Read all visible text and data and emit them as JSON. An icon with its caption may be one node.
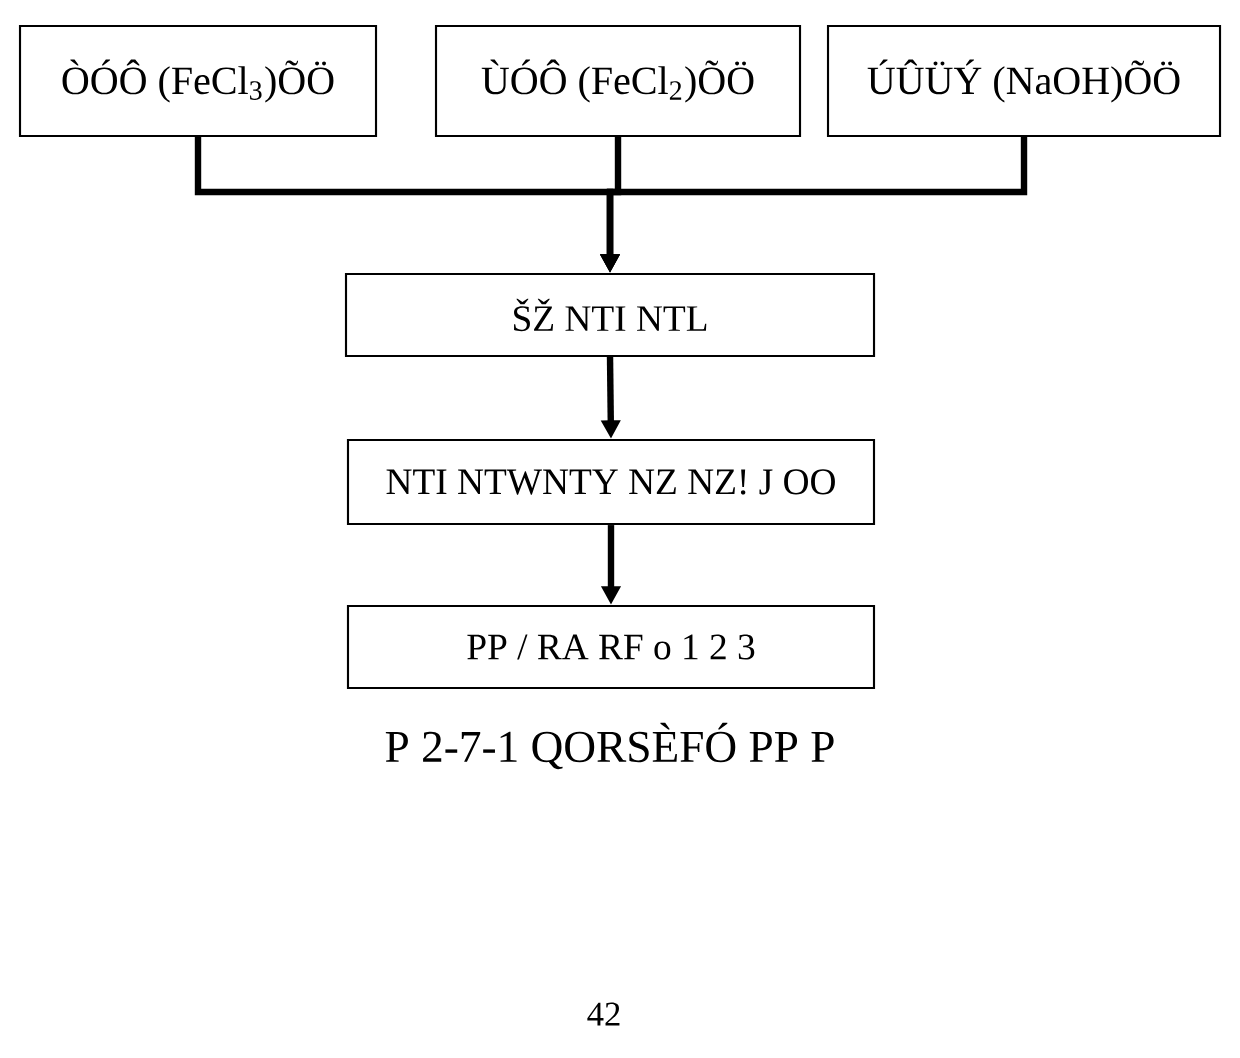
{
  "diagram": {
    "caption": "P 2-7-1 QORSÈFÓ PP P",
    "nodes": [
      {
        "text": [
          "ÒÓÔ (FeCl$_{3}$)ÕÖ"
        ]
      },
      {
        "text": [
          "ÙÓÔ (FeCl$_{2}$)ÕÖ"
        ]
      },
      {
        "text": [
          "ÚÛÜÝ (NaOH)ÕÖ"
        ]
      },
      {
        "text": [
          "ŠŽ NTI NTL"
        ]
      },
      {
        "text": [
          "NTI NTWNTY NZ NZ! J OO"
        ]
      },
      {
        "text": [
          "PP / RA RF o 1 2 3"
        ]
      }
    ],
    "edges": [
      {
        "from": 0,
        "to": 3,
        "arrow": "to"
      },
      {
        "from": 1,
        "to": 3,
        "arrow": "to"
      },
      {
        "from": 2,
        "to": 3,
        "arrow": "to"
      },
      {
        "from": 3,
        "to": 4,
        "arrow": "to"
      },
      {
        "from": 4,
        "to": 5,
        "arrow": "to"
      }
    ],
    "labels": [
      "42"
    ]
  }
}
